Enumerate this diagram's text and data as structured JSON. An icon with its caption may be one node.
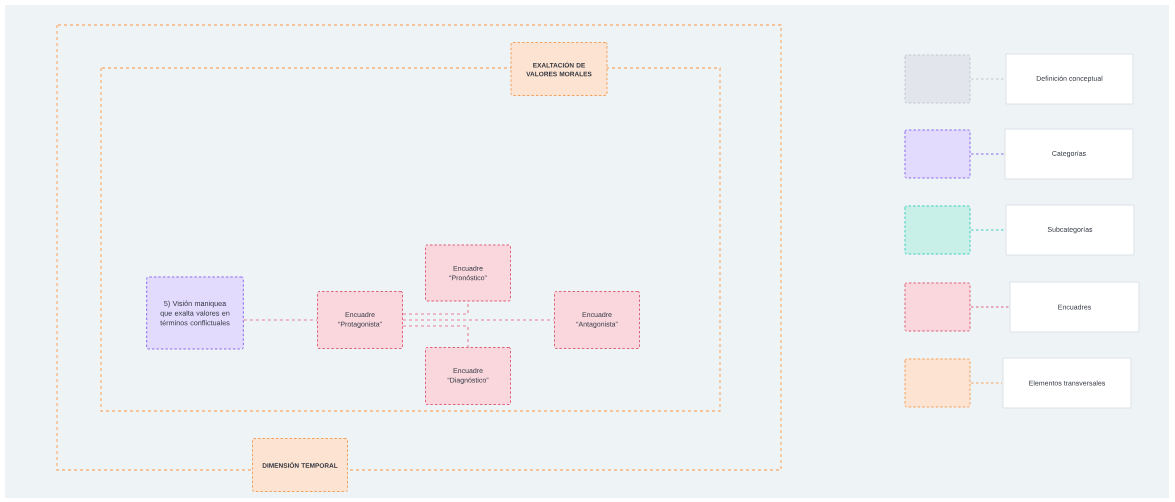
{
  "diagram": {
    "nodes": [
      {
        "text": [
          "EXALTACIÓN DE VALORES MORALES"
        ]
      },
      {
        "text": [
          "DIMENSIÓN TEMPORAL"
        ]
      },
      {
        "text": [
          "5) Visión maniquea que exalta valores en términos conflictuales"
        ]
      },
      {
        "text": [
          "Encuadre “Protagonista”"
        ]
      },
      {
        "text": [
          "Encuadre “Pronóstico”"
        ]
      },
      {
        "text": [
          "Encuadre “Antagonista”"
        ]
      },
      {
        "text": [
          "Encuadre “Diagnóstico”"
        ]
      }
    ],
    "edges": [
      {
        "from": 2,
        "to": 3,
        "arrow": "none",
        "style": "dashed"
      },
      {
        "from": 3,
        "to": 4,
        "arrow": "none",
        "style": "dashed"
      },
      {
        "from": 3,
        "to": 5,
        "arrow": "none",
        "style": "dashed"
      },
      {
        "from": 3,
        "to": 6,
        "arrow": "none",
        "style": "dashed"
      }
    ],
    "legend": [
      {
        "text": "Definición conceptual",
        "color": "#e2e6ec"
      },
      {
        "text": "Categorías",
        "color": "#e3dbfd"
      },
      {
        "text": "Subcategorías",
        "color": "#c9efe9"
      },
      {
        "text": "Encuadres",
        "color": "#f9d7dd"
      },
      {
        "text": "Elementos transversales",
        "color": "#fde3d1"
      }
    ]
  }
}
